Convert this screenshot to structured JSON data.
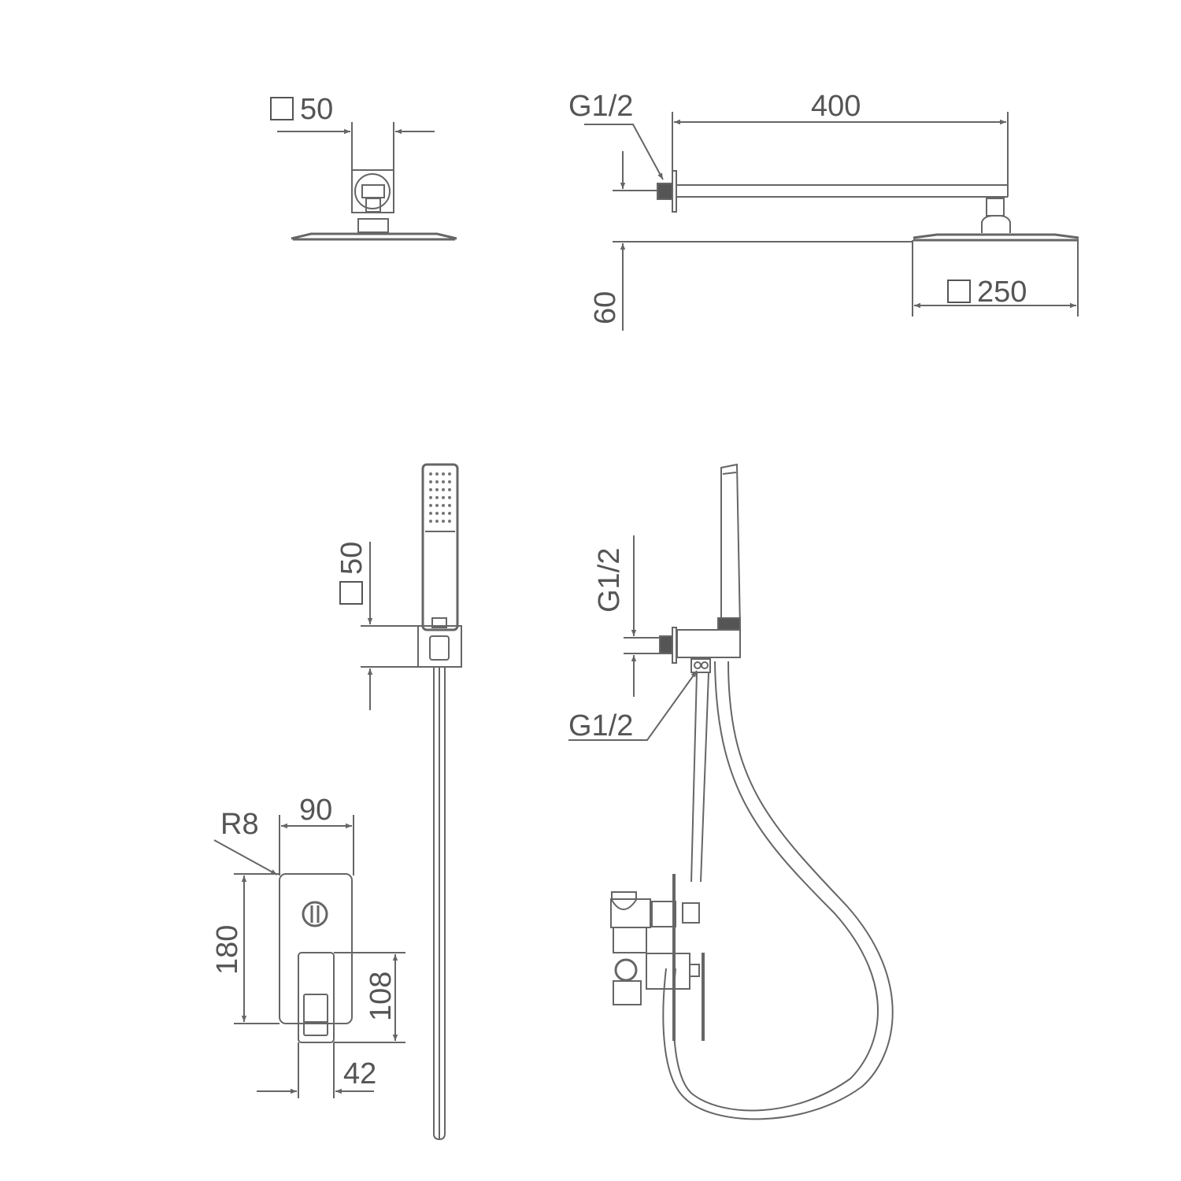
{
  "diagram": {
    "subject": "Concealed shower system technical drawing",
    "line_color": "#555555",
    "views": {
      "head_front": {
        "arm_size_label": "50",
        "arm_size_symbol": "square"
      },
      "head_side": {
        "thread_label": "G1/2",
        "arm_length_label": "400",
        "offset_label": "60",
        "head_size_label": "250",
        "head_size_symbol": "square"
      },
      "handshower_front": {
        "holder_size_label": "50",
        "holder_size_symbol": "square"
      },
      "handshower_side": {
        "inlet_thread_label": "G1/2",
        "outlet_thread_label": "G1/2"
      },
      "valve_plate": {
        "corner_radius_label": "R8",
        "plate_width_label": "90",
        "plate_height_label": "180",
        "handle_height_label": "108",
        "handle_width_label": "42"
      }
    }
  }
}
